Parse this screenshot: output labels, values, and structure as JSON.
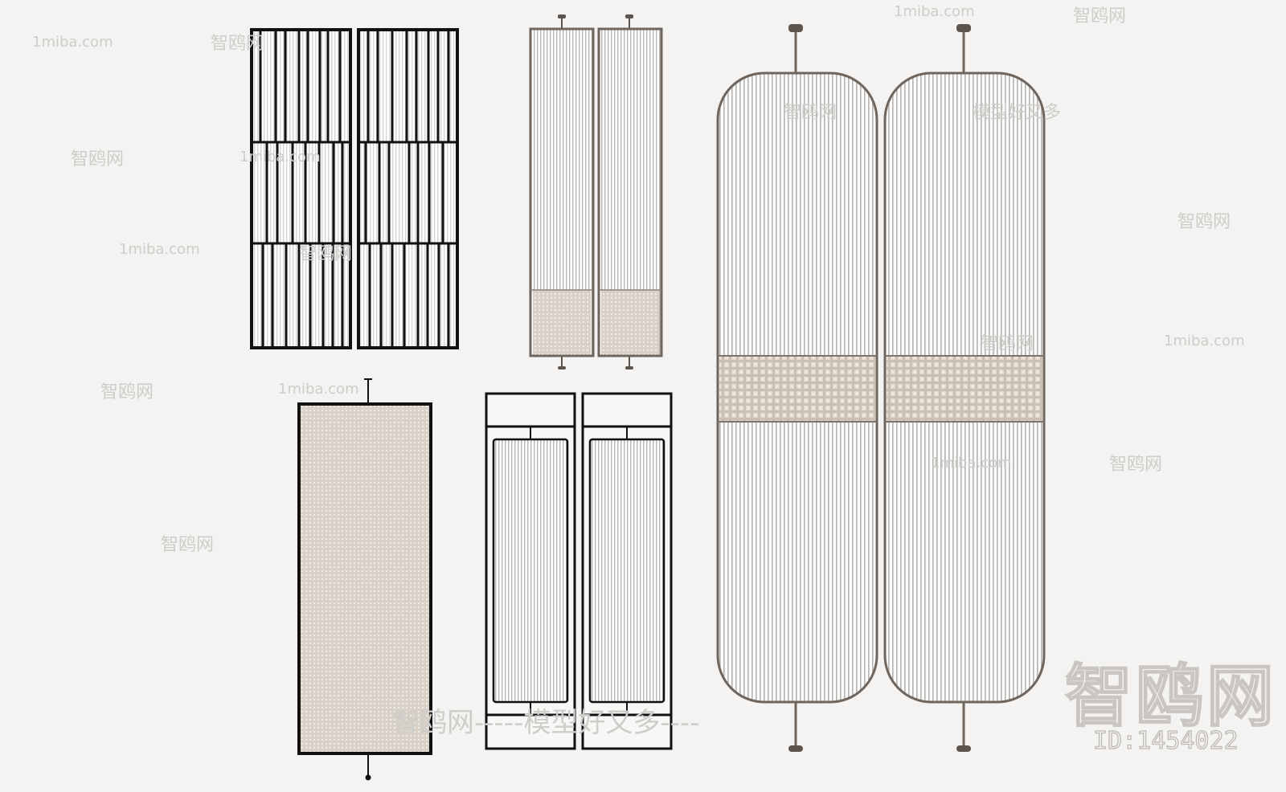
{
  "watermarks": {
    "site": "1miba.com",
    "brand": "智鸥网",
    "slogan": "模型好又多",
    "line_brand": "智鸥网-----模型好又多----"
  },
  "brand_mark": "智鸥网",
  "image_id": "ID:1454022",
  "colors": {
    "background": "#f4f3f1",
    "black_frame": "#111111",
    "bronze_frame": "#6f655d",
    "woven_fill": "#d8cfc6",
    "fluted_line": "#bdbab6",
    "watermark": "#cfcdca"
  }
}
